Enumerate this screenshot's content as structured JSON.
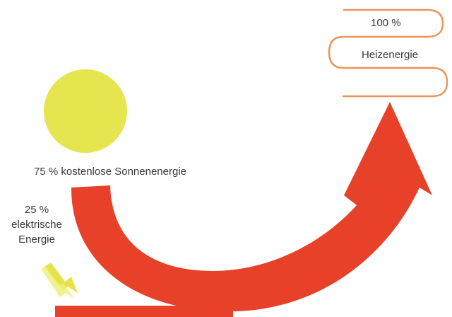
{
  "output": {
    "percent": "100 %",
    "label": "Heizenergie"
  },
  "sun": {
    "label": "75 % kostenlose Sonnenenergie"
  },
  "electric": {
    "line1": "25 %",
    "line2": "elektrische",
    "line3": "Energie"
  },
  "colors": {
    "sun": "#e4e54f",
    "arrow": "#e8412a",
    "coil": "#e8955a",
    "bolt": "#e6e24a",
    "text": "#3a3a3a"
  },
  "icons": {
    "sun": "sun-icon",
    "bolt": "lightning-bolt-icon",
    "arrow": "energy-flow-arrow",
    "coil": "heating-coil-icon"
  }
}
